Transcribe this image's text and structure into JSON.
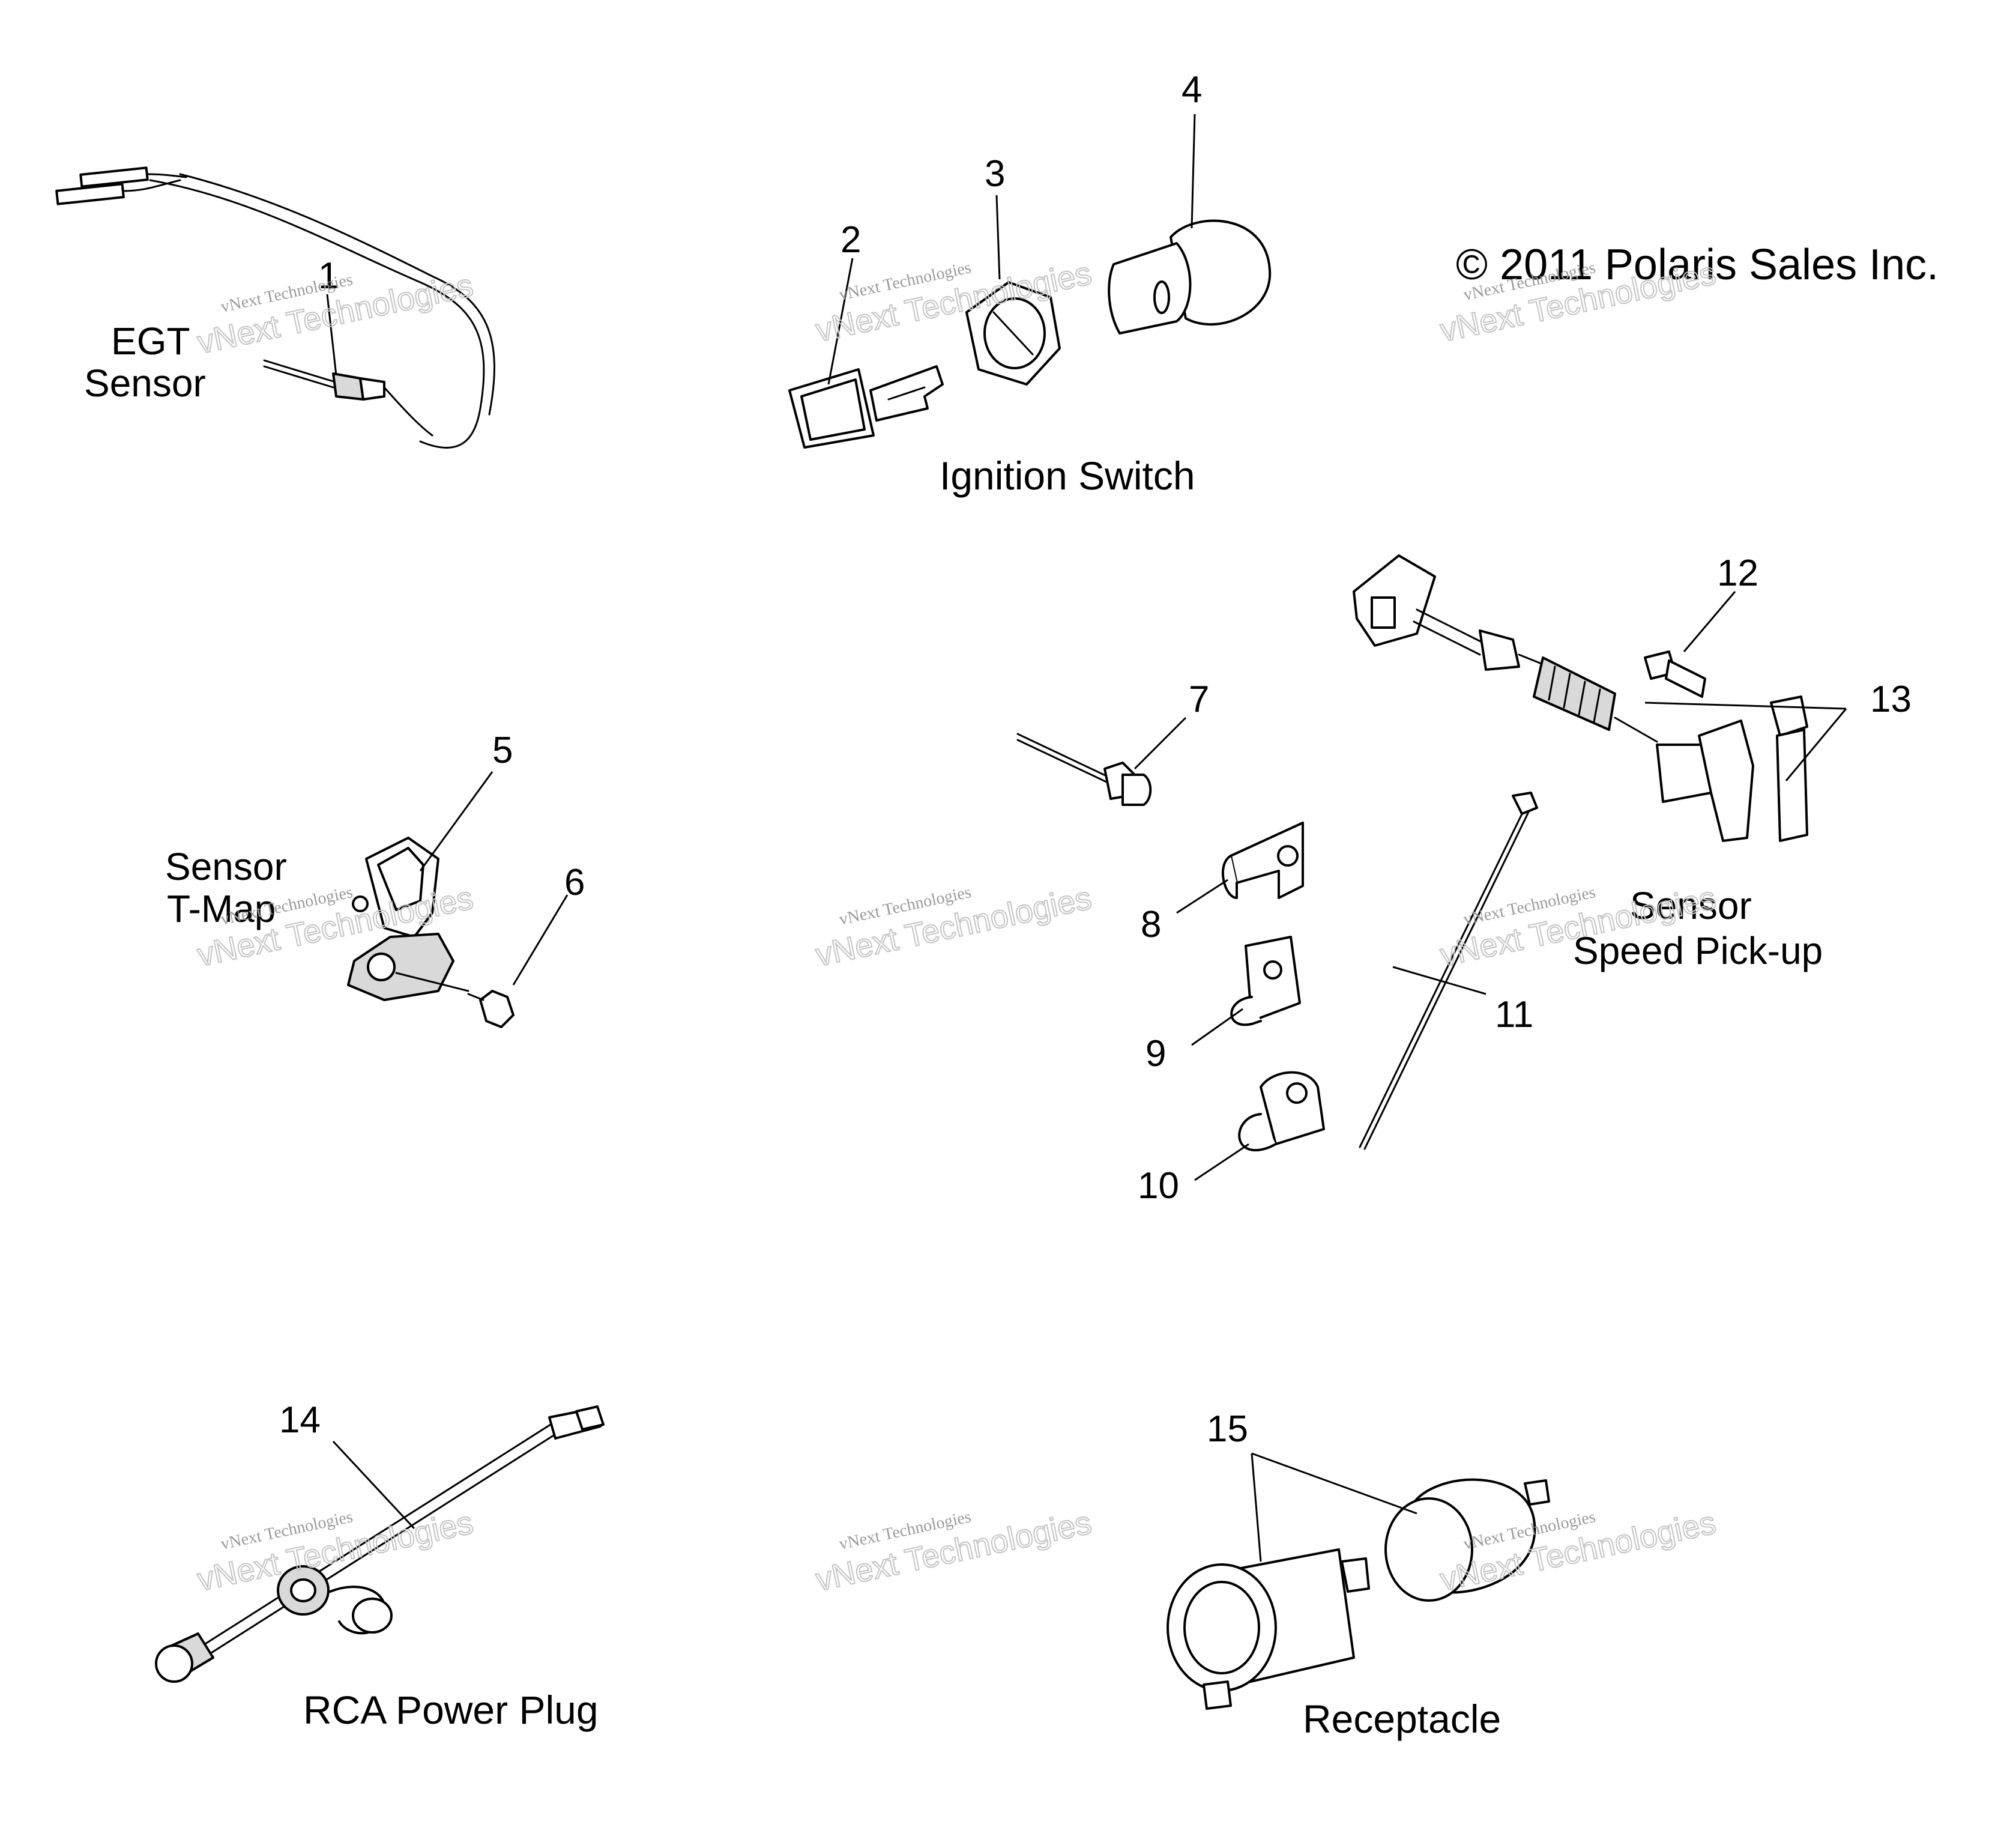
{
  "copyright": "© 2011 Polaris Sales Inc.",
  "watermark": {
    "small": "vNext Technologies",
    "big": "vNext Technologies"
  },
  "captions": {
    "egt_line1": "EGT",
    "egt_line2": "Sensor",
    "ignition": "Ignition Switch",
    "tmap_line1": "Sensor",
    "tmap_line2": "T-Map",
    "speed_line1": "Sensor",
    "speed_line2": "Speed Pick-up",
    "rca": "RCA Power Plug",
    "receptacle": "Receptacle"
  },
  "callouts": {
    "n1": "1",
    "n2": "2",
    "n3": "3",
    "n4": "4",
    "n5": "5",
    "n6": "6",
    "n7": "7",
    "n8": "8",
    "n9": "9",
    "n10": "10",
    "n11": "11",
    "n12": "12",
    "n13": "13",
    "n14": "14",
    "n15": "15"
  }
}
